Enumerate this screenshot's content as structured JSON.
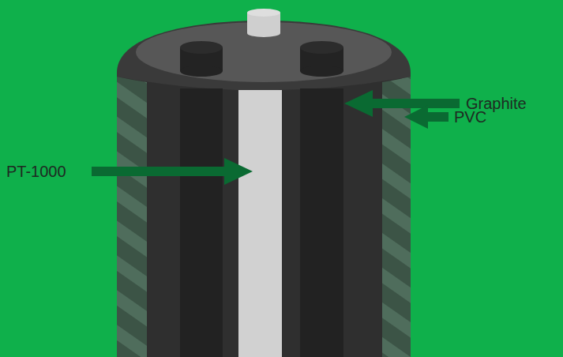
{
  "diagram": {
    "labels": [
      "Graphite",
      "PVC",
      "PT-1000"
    ]
  }
}
